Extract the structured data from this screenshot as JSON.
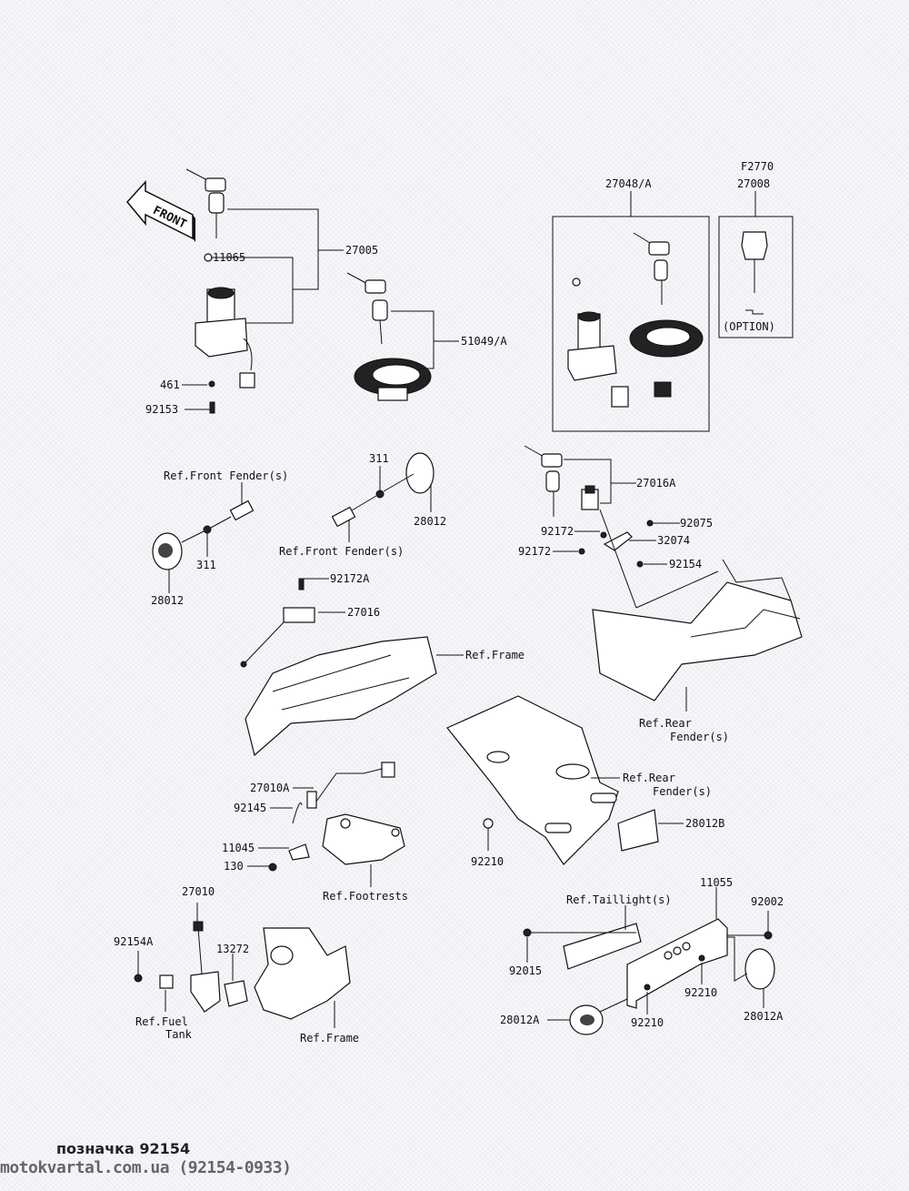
{
  "diagram": {
    "direction_arrow": "FRONT",
    "option_note": "(OPTION)",
    "labels": {
      "p27005": "27005",
      "p11065": "11065",
      "p461": "461",
      "p92153": "92153",
      "p51049A": "51049/A",
      "p27048A": "27048/A",
      "pF2770": "F2770",
      "p27008": "27008",
      "ref_front_fender_1": "Ref.Front Fender(s)",
      "p311_left": "311",
      "p28012_left": "28012",
      "p311_right": "311",
      "p28012_right": "28012",
      "ref_front_fender_2": "Ref.Front Fender(s)",
      "p27016A": "27016A",
      "p92075": "92075",
      "p92172_a": "92172",
      "p32074": "32074",
      "p92172_b": "92172",
      "p92154": "92154",
      "p92172A": "92172A",
      "p27016": "27016",
      "ref_frame_1": "Ref.Frame",
      "ref_rear_fender_1a": "Ref.Rear",
      "ref_rear_fender_1b": "Fender(s)",
      "ref_rear_fender_2a": "Ref.Rear",
      "ref_rear_fender_2b": "Fender(s)",
      "p27010A": "27010A",
      "p92145": "92145",
      "p11045": "11045",
      "p130": "130",
      "ref_footrests": "Ref.Footrests",
      "p28012B": "28012B",
      "p92210_a": "92210",
      "p27010": "27010",
      "p92154A": "92154A",
      "p13272": "13272",
      "ref_fuel_tank_a": "Ref.Fuel",
      "ref_fuel_tank_b": "Tank",
      "ref_frame_2": "Ref.Frame",
      "ref_taillight": "Ref.Taillight(s)",
      "p11055": "11055",
      "p92002": "92002",
      "p92015": "92015",
      "p92210_b": "92210",
      "p92210_c": "92210",
      "p28012A_left": "28012A",
      "p28012A_right": "28012A"
    }
  },
  "footer": {
    "caption": "позначка 92154",
    "source": "motokvartal.com.ua (92154-0933)"
  }
}
